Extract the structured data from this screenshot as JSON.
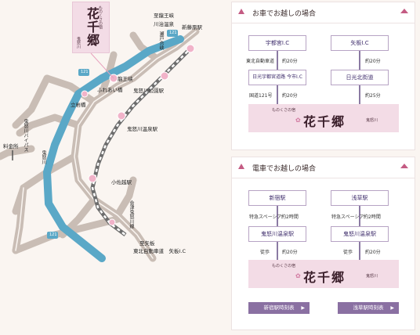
{
  "map": {
    "labels": {
      "oshiki": "至龍王峡",
      "kawaji": "川治温泉",
      "shinfujiwara": "新藤原駅",
      "seseri": "瀬戸合峡",
      "ryuokyo": "龍王峡",
      "fureaibashi": "ふれあい橋",
      "kinugawakoen": "鬼怒川公園駅",
      "tateiwa": "立岩橋",
      "kinugawaonsen": "鬼怒川温泉駅",
      "kinugawa_river": "鬼怒川",
      "bypass": "鬼怒川バイパス",
      "tollgate": "料金所",
      "kosagoe": "小佐越駅",
      "nikko_line": "会津鬼怒川線",
      "to_yaita": "至矢板",
      "tohoku_exp": "東北自動車道　矢板I.C",
      "route121_a": "121",
      "route121_b": "121",
      "route121_c": "121"
    },
    "logo": {
      "main": "花千郷",
      "small": "ものくさの宿",
      "sub": "鬼怒川"
    }
  },
  "car": {
    "title": "お車でお越しの場合",
    "box1": "宇都宮I.C",
    "box2": "矢板I.C",
    "road1": "東北自動車道",
    "time1": "約20分",
    "time2": "約20分",
    "box3": "日光宇都宮道路 今市I.C",
    "box4": "日光北街道",
    "road3": "国道121号",
    "time3": "約20分",
    "time4": "約25分",
    "banner": {
      "small": "ものくさの宿",
      "main": "花千郷",
      "sub": "鬼怒川"
    }
  },
  "train": {
    "title": "電車でお越しの場合",
    "box1": "新宿駅",
    "box2": "浅草駅",
    "road1": "特急スペーシア",
    "time1": "約2時間",
    "road2": "特急スペーシア",
    "time2": "約2時間",
    "box3": "鬼怒川温泉駅",
    "box4": "鬼怒川温泉駅",
    "road3": "徒歩",
    "time3": "約20分",
    "road4": "徒歩",
    "time4": "約20分",
    "banner": {
      "small": "ものくさの宿",
      "main": "花千郷",
      "sub": "鬼怒川"
    },
    "btn1": "新宿駅時刻表",
    "btn2": "浅草駅時刻表"
  },
  "colors": {
    "accent": "#c45b83",
    "purple": "#8a70a2",
    "pink": "#f3dce6",
    "river": "#5aa8c7"
  }
}
